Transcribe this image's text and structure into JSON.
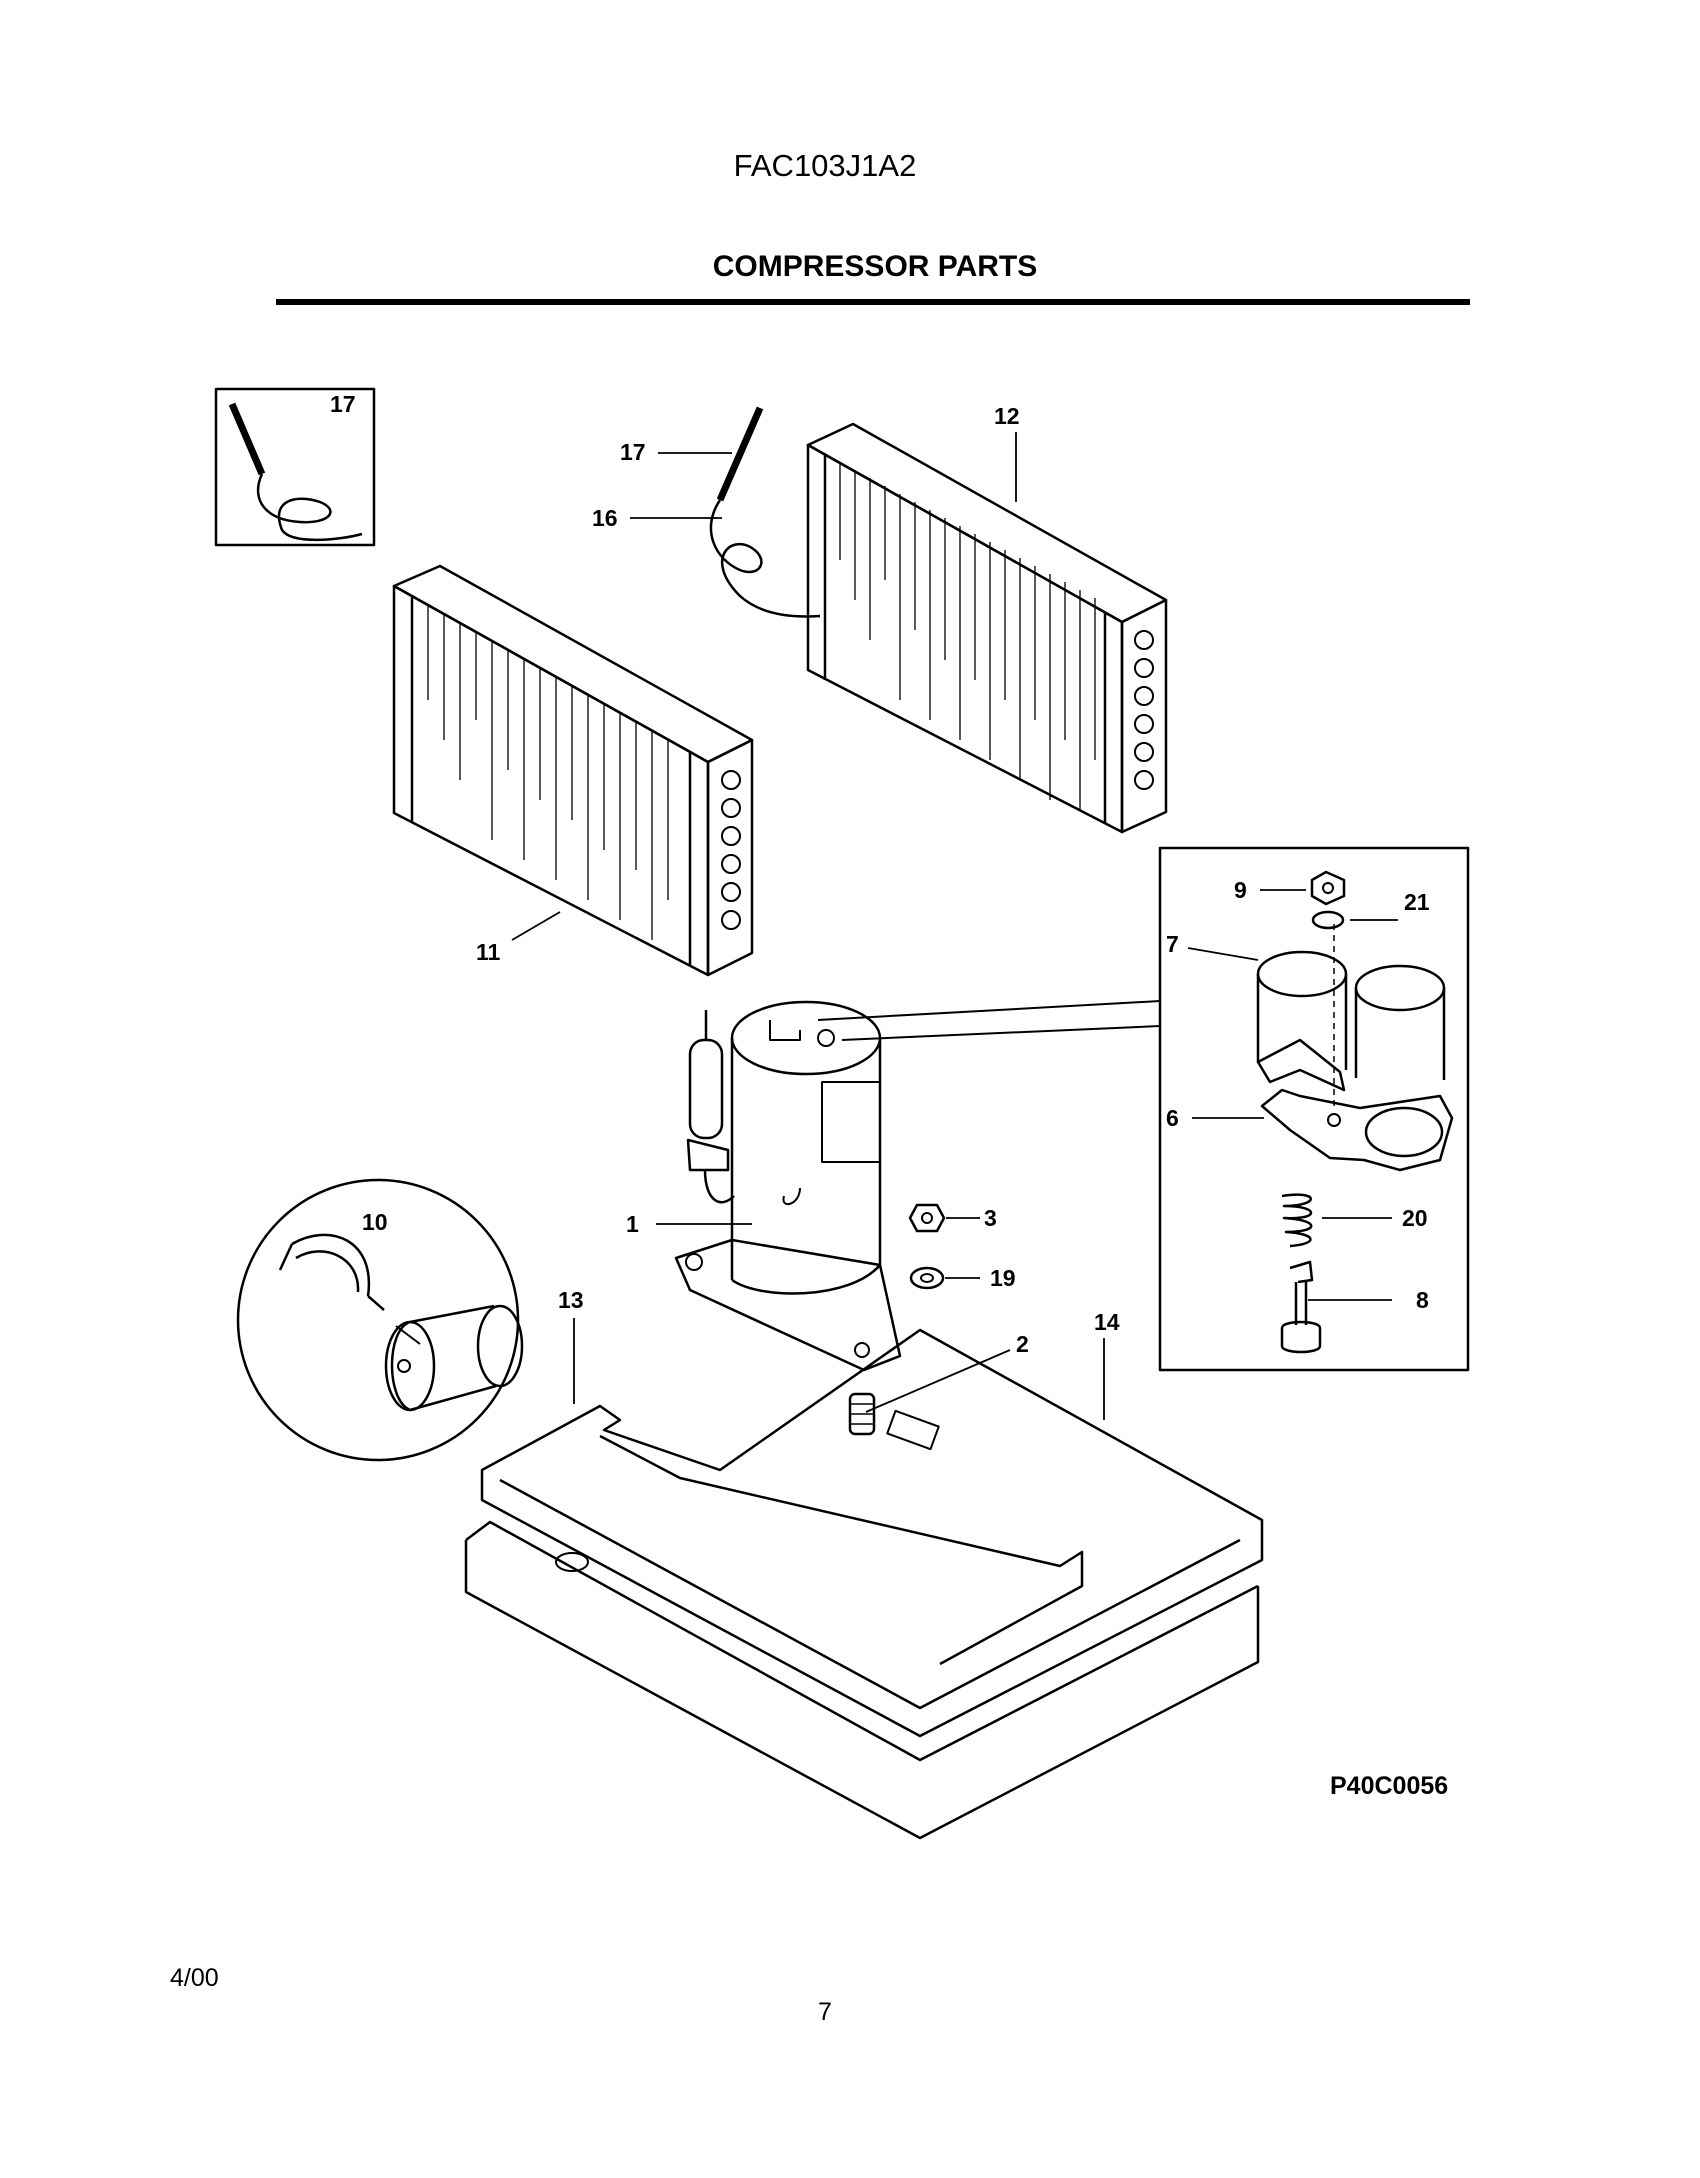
{
  "header": {
    "model": "FAC103J1A2",
    "section_title": "COMPRESSOR PARTS"
  },
  "callouts": {
    "c1": "1",
    "c2": "2",
    "c3": "3",
    "c6": "6",
    "c7": "7",
    "c8": "8",
    "c9": "9",
    "c10": "10",
    "c11": "11",
    "c12": "12",
    "c13": "13",
    "c14": "14",
    "c16": "16",
    "c17a": "17",
    "c17b": "17",
    "c19": "19",
    "c20": "20",
    "c21": "21"
  },
  "footer": {
    "drawing_code": "P40C0056",
    "date": "4/00",
    "page_number": "7"
  }
}
